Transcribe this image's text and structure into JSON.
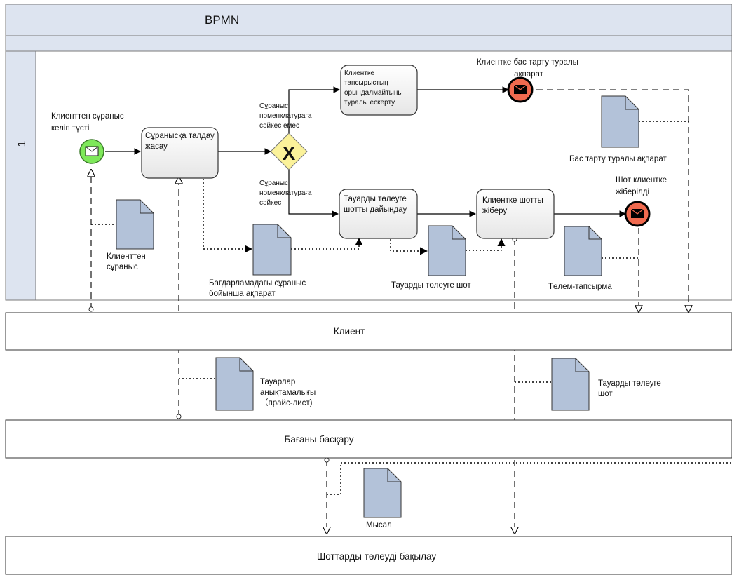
{
  "pool": {
    "title": "BPMN",
    "lane_label": "1"
  },
  "events": {
    "start": "Клиенттен сұраныс келіп түсті",
    "reject_message": "Клиентке бас тарту туралы ақпарат",
    "invoice_sent": "Шот клиентке жіберілді"
  },
  "tasks": {
    "analyze": "Сұранысқа талдау жасау",
    "notify": "Клиентке тапсырыстың орындалмайтыны туралы ескерту",
    "prepare": "Тауарды төлеуге шотты дайындау",
    "send": "Клиентке шотты жіберу"
  },
  "gateway": {
    "no_match": "Сұраныс номенклатураға сәйкес емес",
    "match": "Сұраныс номенклатураға сәйкес"
  },
  "documents": {
    "client_request": "Клиенттен сұраныс",
    "program_info": "Бағдарламадағы сұраныс бойынша ақпарат",
    "invoice": "Тауарды төлеуге шот",
    "rejection_info": "Бас тарту туралы ақпарат",
    "payment_order": "Төлем-тапсырма",
    "price_list": "Тауарлар анықтамалығы （прайс-лист)",
    "invoice2": "Тауарды төлеуге шот",
    "example": "Мысал"
  },
  "pools": {
    "client": "Клиент",
    "price_mgmt": "Бағаны басқару",
    "payment_control": "Шоттарды төлеуді бақылау"
  },
  "colors": {
    "pool_header": "#dde4f0",
    "start_event": "#7ee85a",
    "message_event": "#f06a4f",
    "gateway": "#fbf29a",
    "document": "#b3c2d9"
  }
}
